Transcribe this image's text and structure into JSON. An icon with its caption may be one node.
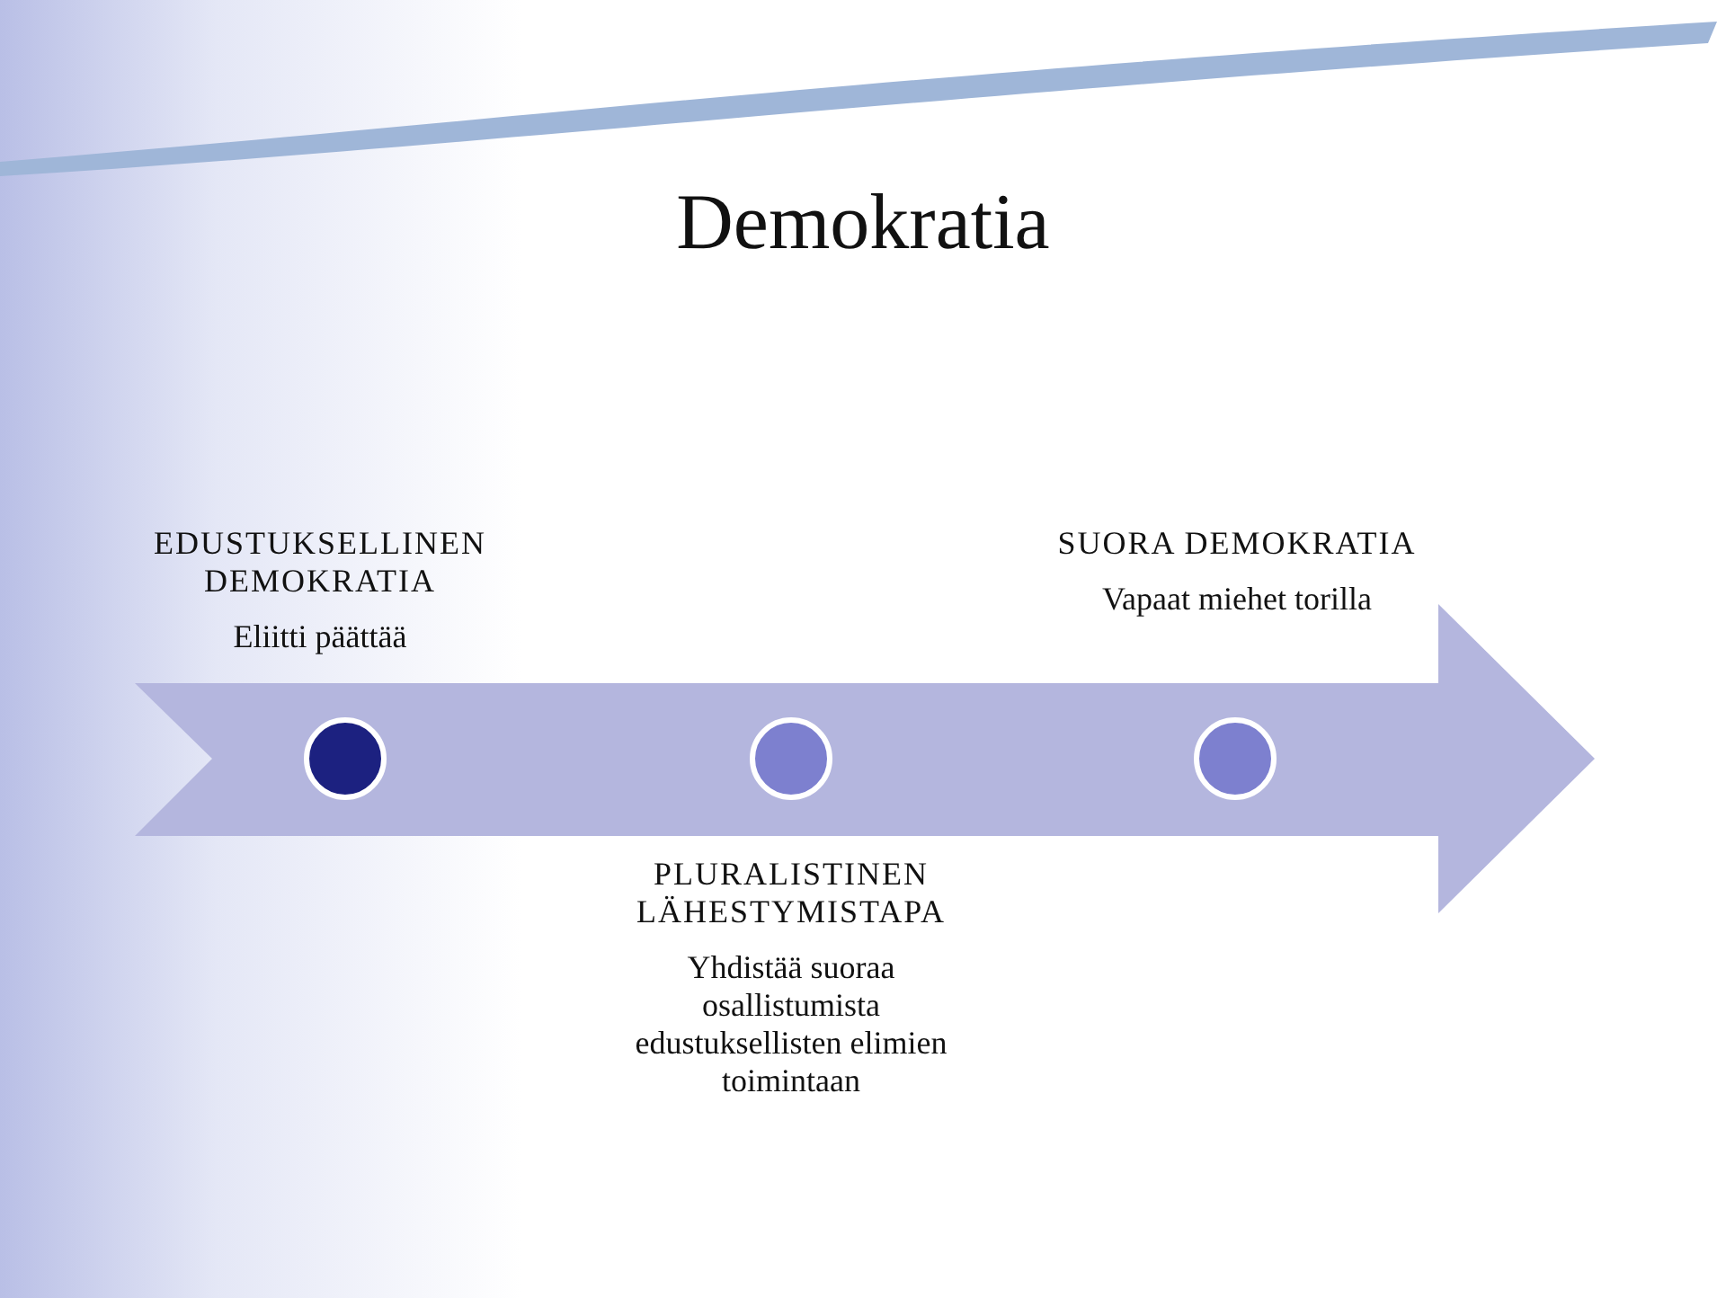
{
  "diagram": {
    "title": "Demokratia",
    "nodes": [
      {
        "text": [],
        "shape": "circle",
        "beside": [
          "EDUSTUKSELLINEN DEMOKRATIA",
          "Eliitti päättää"
        ]
      },
      {
        "text": [],
        "shape": "circle",
        "beside": [
          "PLURALISTINEN LÄHESTYMISTAPA",
          "Yhdistää suoraa osallistumista edustuksellisten elimien toimintaan"
        ]
      },
      {
        "text": [],
        "shape": "circle",
        "beside": [
          "SUORA DEMOKRATIA",
          "Vapaat miehet torilla"
        ]
      }
    ]
  }
}
